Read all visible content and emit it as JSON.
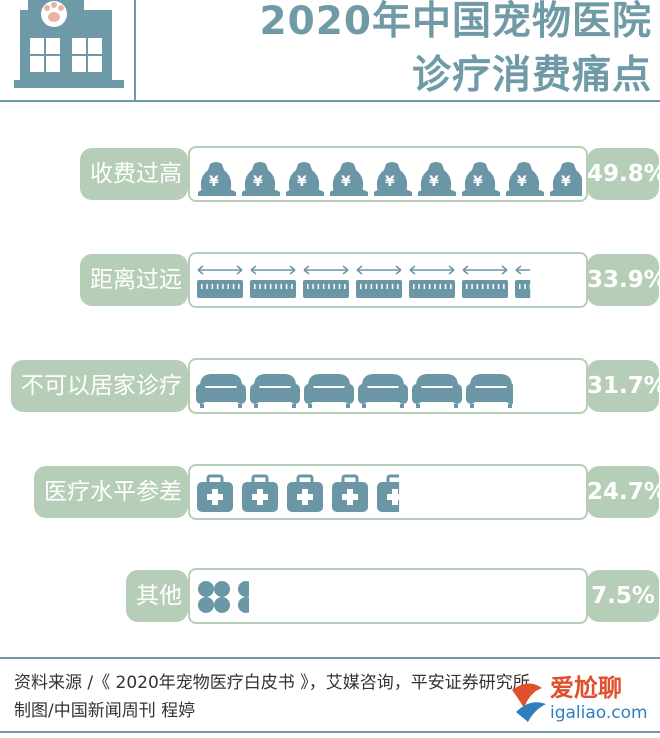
{
  "header": {
    "title_line1": "2020年中国宠物医院",
    "title_line2": "诊疗消费痛点"
  },
  "chart_data": {
    "type": "bar",
    "title": "2020年中国宠物医院诊疗消费痛点",
    "categories": [
      "收费过高",
      "距离过远",
      "不可以居家诊疗",
      "医疗水平参差",
      "其他"
    ],
    "values": [
      49.8,
      33.9,
      31.7,
      24.7,
      7.5
    ],
    "value_labels": [
      "49.8%",
      "33.9%",
      "31.7%",
      "24.7%",
      "7.5%"
    ],
    "icons": [
      "money-bag-icon",
      "ruler-icon",
      "sofa-icon",
      "first-aid-kit-icon",
      "clover-icon"
    ],
    "unit": "%"
  },
  "footer": {
    "source_line1": "资料来源 /《 2020年宠物医疗白皮书 》，艾媒咨询，平安证券研究所",
    "source_line2": "制图/中国新闻周刊 程婷"
  },
  "watermark": {
    "name": "爱尬聊",
    "url": "igaliao.com"
  },
  "colors": {
    "title": "#6f9aa6",
    "icon": "#6b96a6",
    "label_bg": "#b6cdb7",
    "rule": "#6e9aa8"
  }
}
